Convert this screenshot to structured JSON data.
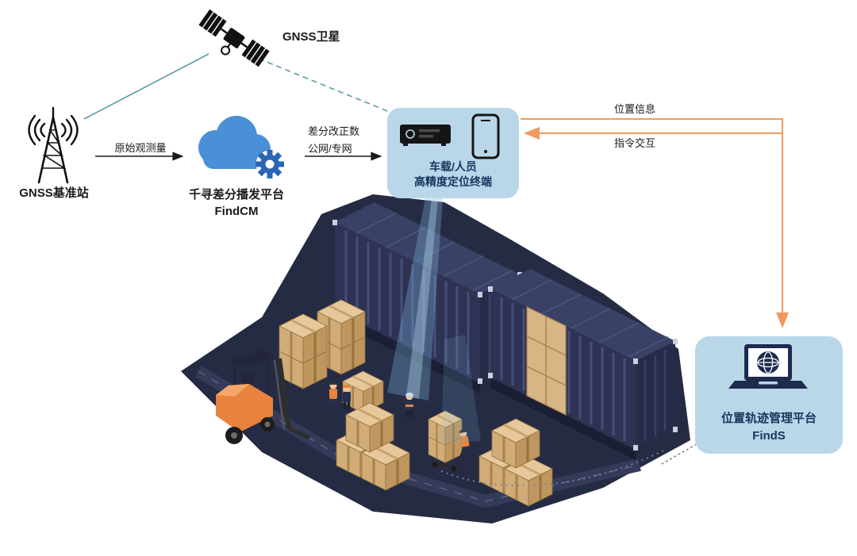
{
  "diagram": {
    "satellite": {
      "label": "GNSS卫星"
    },
    "base_station": {
      "label": "GNSS基准站"
    },
    "cloud_platform": {
      "name": "千寻差分播发平台",
      "product": "FindCM"
    },
    "terminal": {
      "line1": "车载/人员",
      "line2": "高精度定位终端"
    },
    "management_platform": {
      "name": "位置轨迹管理平台",
      "product": "FindS"
    },
    "links": {
      "raw_observation": "原始观测量",
      "correction_line1": "差分改正数",
      "correction_line2": "公网/专网",
      "position_info": "位置信息",
      "command_interaction": "指令交互"
    },
    "colors": {
      "link_teal": "#5b9aa9",
      "link_orange": "#ef9b5e",
      "cloud_blue": "#4a90d8",
      "gear_blue": "#2a66b5",
      "panel_blue": "#b9d7e9",
      "panel_text": "#17355e",
      "container_navy": "#2e3354",
      "platform_navy": "#262b44",
      "crate_tan": "#e6c89a",
      "forklift_orange": "#e8823e"
    }
  }
}
